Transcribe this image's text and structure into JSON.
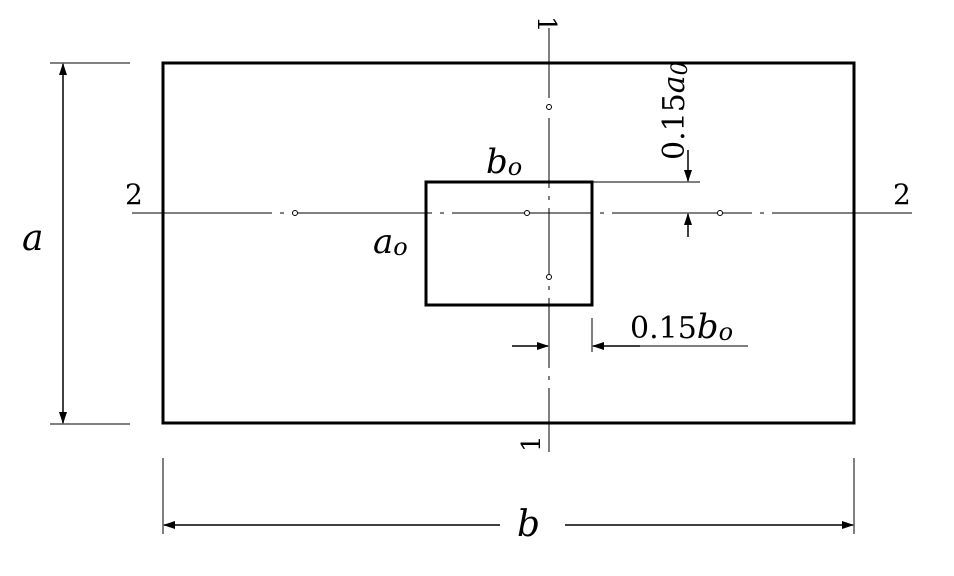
{
  "labels": {
    "section_1": "1",
    "section_2": "2",
    "dim_a": "a",
    "dim_b": "b",
    "dim_a0_base": "a",
    "dim_a0_sub": "o",
    "dim_b0_base": "b",
    "dim_b0_sub": "o",
    "offset_a_coef": "0.15",
    "offset_a_base": "a",
    "offset_a_sub": "0",
    "offset_b_coef": "0.15",
    "offset_b_base": "b",
    "offset_b_sub": "o"
  },
  "colors": {
    "line": "#000000",
    "background": "#ffffff"
  }
}
